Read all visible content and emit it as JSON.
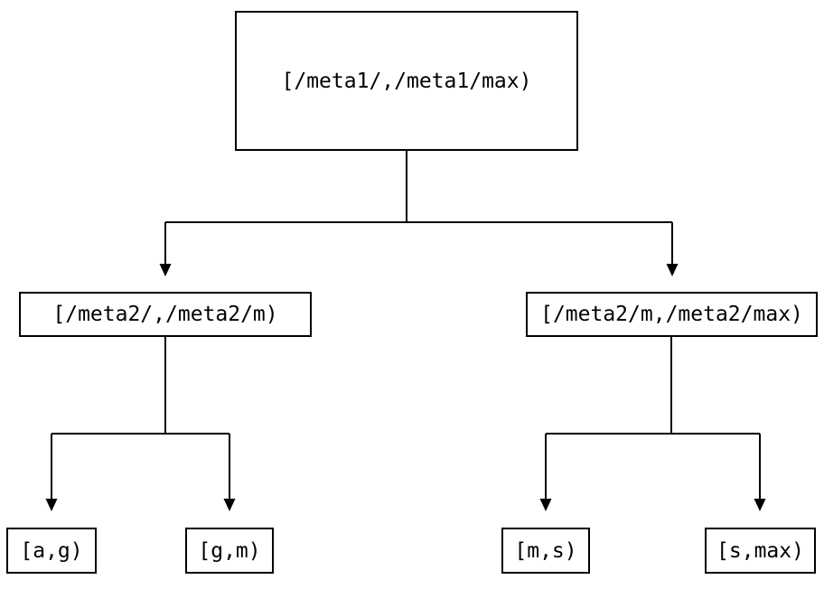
{
  "diagram": {
    "type": "binary-tree",
    "nodes": {
      "root": "[/meta1/,/meta1/max)",
      "meta2_low": "[/meta2/,/meta2/m)",
      "meta2_high": "[/meta2/m,/meta2/max)",
      "leaf_a_g": "[a,g)",
      "leaf_g_m": "[g,m)",
      "leaf_m_s": "[m,s)",
      "leaf_s_max": "[s,max)"
    },
    "edges": [
      {
        "from": "root",
        "to": "meta2_low"
      },
      {
        "from": "root",
        "to": "meta2_high"
      },
      {
        "from": "meta2_low",
        "to": "leaf_a_g"
      },
      {
        "from": "meta2_low",
        "to": "leaf_g_m"
      },
      {
        "from": "meta2_high",
        "to": "leaf_m_s"
      },
      {
        "from": "meta2_high",
        "to": "leaf_s_max"
      }
    ],
    "icons": {
      "arrowhead": "filled-triangle-down"
    },
    "colors": {
      "line": "#000000",
      "text": "#000000",
      "background": "#ffffff"
    }
  }
}
